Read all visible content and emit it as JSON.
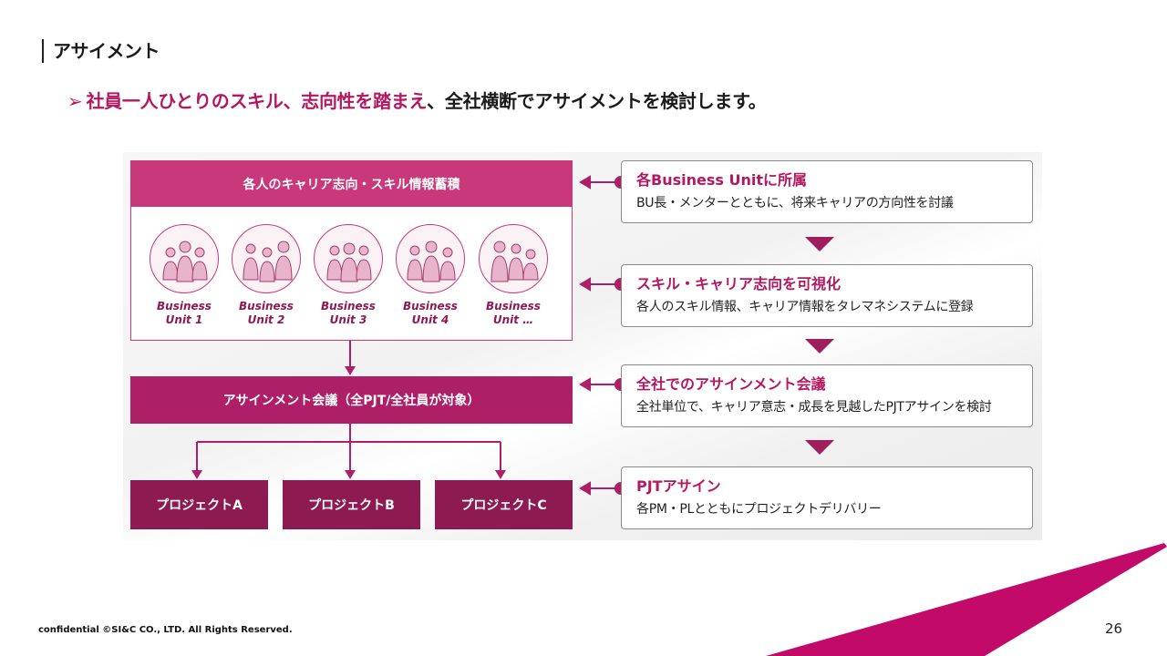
{
  "slide": {
    "title": "アサイメント",
    "headline": {
      "arrow": "➢",
      "accent": "社員一人ひとりのスキル、志向性を踏まえ",
      "rest": "、全社横断でアサイメントを検討します。"
    }
  },
  "diagram": {
    "heading": "各人のキャリア志向・スキル情報蓄積",
    "units": [
      {
        "line1": "Business",
        "line2": "Unit 1"
      },
      {
        "line1": "Business",
        "line2": "Unit 2"
      },
      {
        "line1": "Business",
        "line2": "Unit 3"
      },
      {
        "line1": "Business",
        "line2": "Unit 4"
      },
      {
        "line1": "Business",
        "line2": "Unit …"
      }
    ],
    "meeting": "アサインメント会議（全PJT/全社員が対象）",
    "projects": [
      "プロジェクトA",
      "プロジェクトB",
      "プロジェクトC"
    ]
  },
  "steps": [
    {
      "title": "各Business Unitに所属",
      "desc": "BU長・メンターとともに、将来キャリアの方向性を討議"
    },
    {
      "title": "スキル・キャリア志向を可視化",
      "desc": "各人のスキル情報、キャリア情報をタレマネシステムに登録"
    },
    {
      "title": "全社でのアサインメント会議",
      "desc": "全社単位で、キャリア意志・成長を見越したPJTアサインを検討"
    },
    {
      "title": "PJTアサイン",
      "desc": "各PM・PLとともにプロジェクトデリバリー"
    }
  ],
  "footer": {
    "copyright": "confidential ©SI&C CO., LTD. All Rights Reserved.",
    "page_number": "26"
  },
  "colors": {
    "accent": "#b5185f",
    "heading_box": "#c8387a",
    "meeting_box": "#ad2067",
    "project_box": "#8e1a52"
  }
}
